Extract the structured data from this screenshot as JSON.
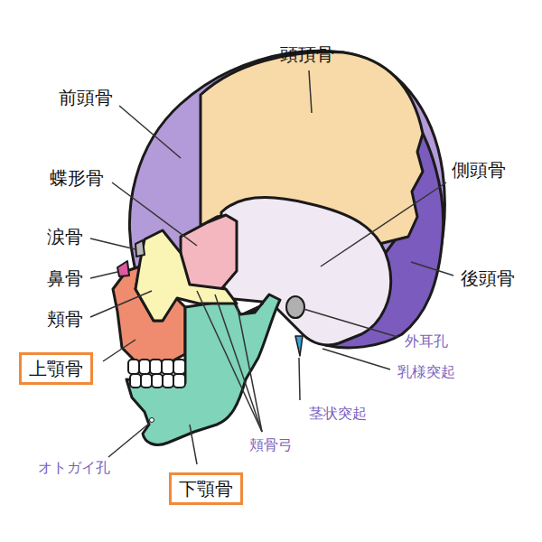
{
  "diagram": {
    "nodes": [
      {
        "text": [
          "上顎骨"
        ]
      },
      {
        "text": [
          "下顎骨"
        ]
      }
    ],
    "labels": [
      "頭頂骨",
      "前頭骨",
      "蝶形骨",
      "側頭骨",
      "涙骨",
      "鼻骨",
      "後頭骨",
      "頬骨",
      "外耳孔",
      "乳様突起",
      "茎状突起",
      "頬骨弓",
      "オトガイ孔"
    ]
  }
}
